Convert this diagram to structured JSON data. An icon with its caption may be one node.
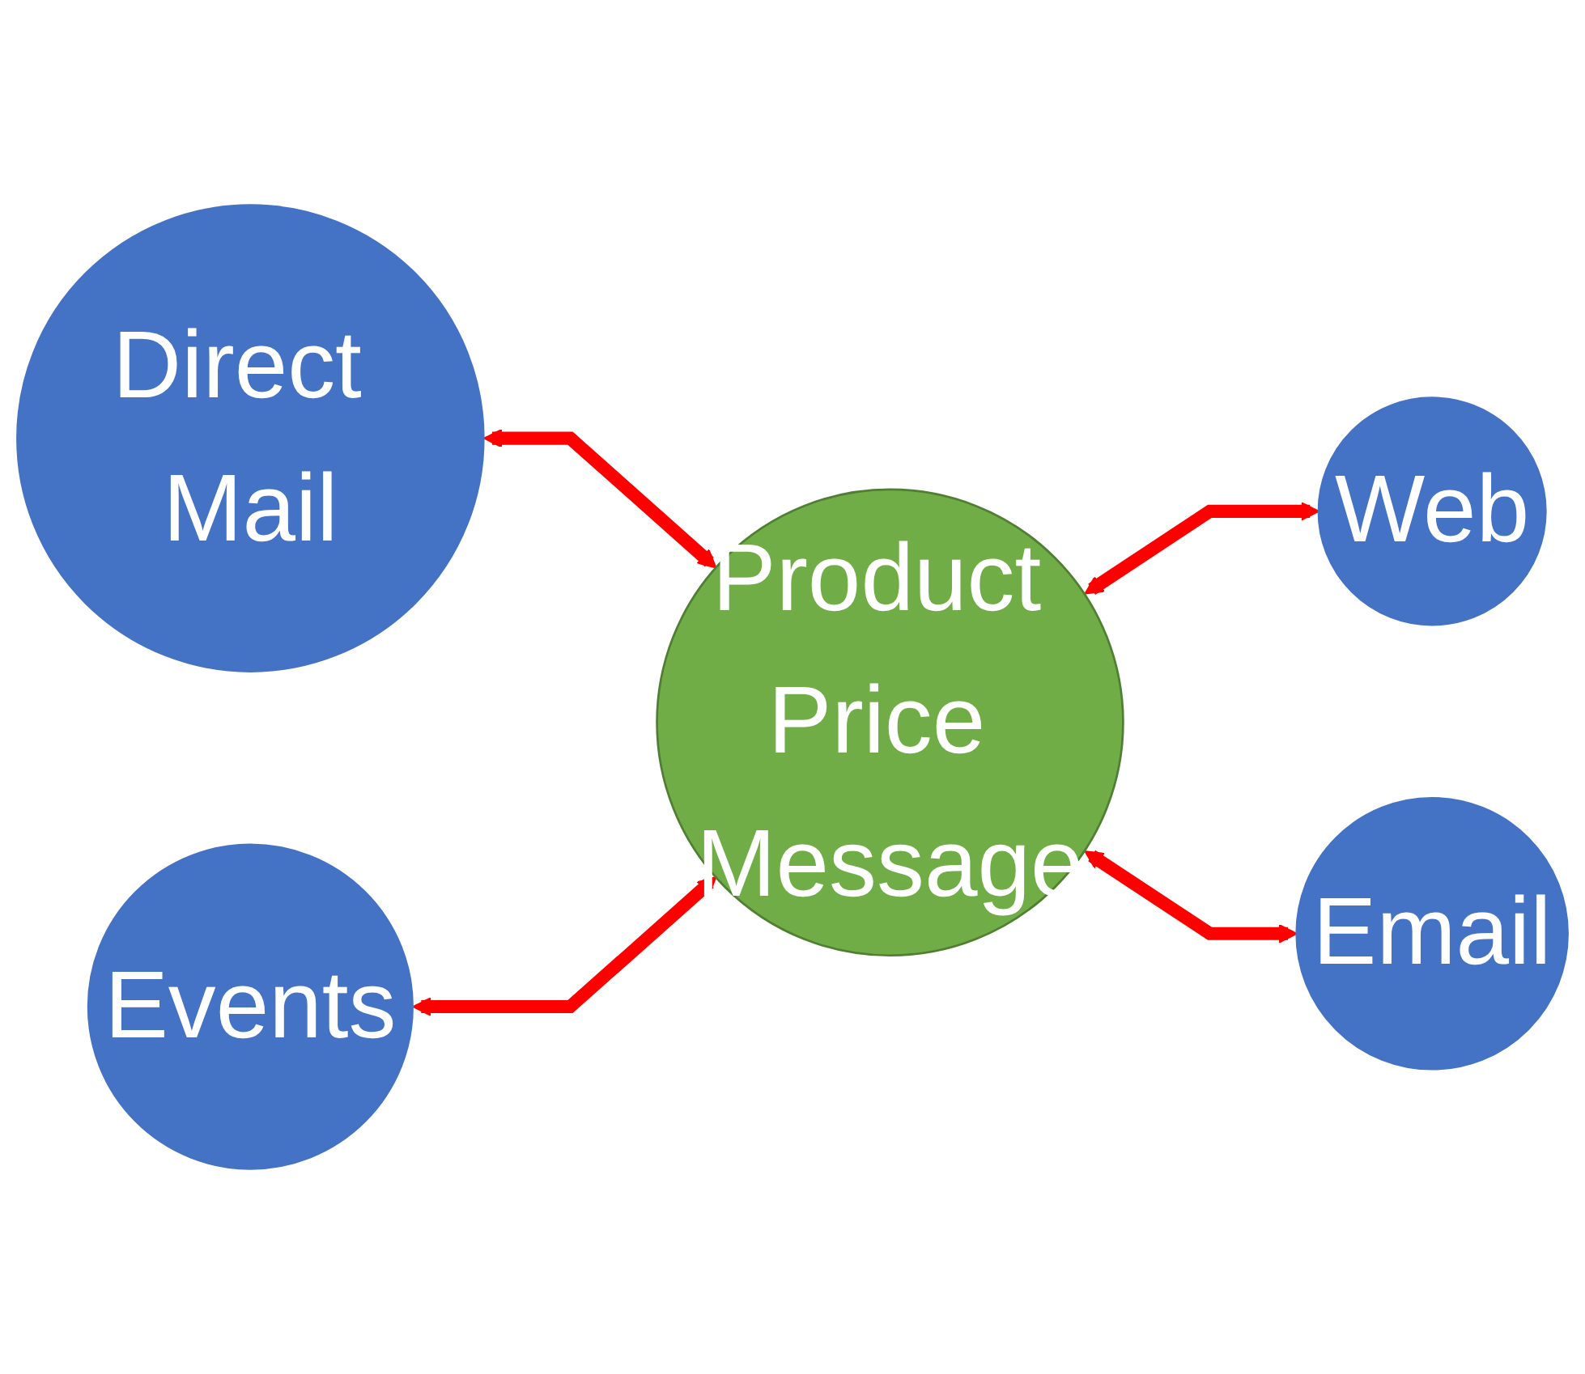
{
  "diagram": {
    "nodes": [
      {
        "text": [
          "Direct Mail"
        ]
      },
      {
        "text": [
          "Web"
        ]
      },
      {
        "text": [
          "Product Price Message"
        ]
      },
      {
        "text": [
          "Events"
        ]
      },
      {
        "text": [
          "Email"
        ]
      }
    ],
    "edges": [
      {
        "from": 0,
        "to": 2,
        "arrow": "both"
      },
      {
        "from": 2,
        "to": 1,
        "arrow": "both"
      },
      {
        "from": 3,
        "to": 2,
        "arrow": "both"
      },
      {
        "from": 2,
        "to": 4,
        "arrow": "both"
      }
    ]
  }
}
